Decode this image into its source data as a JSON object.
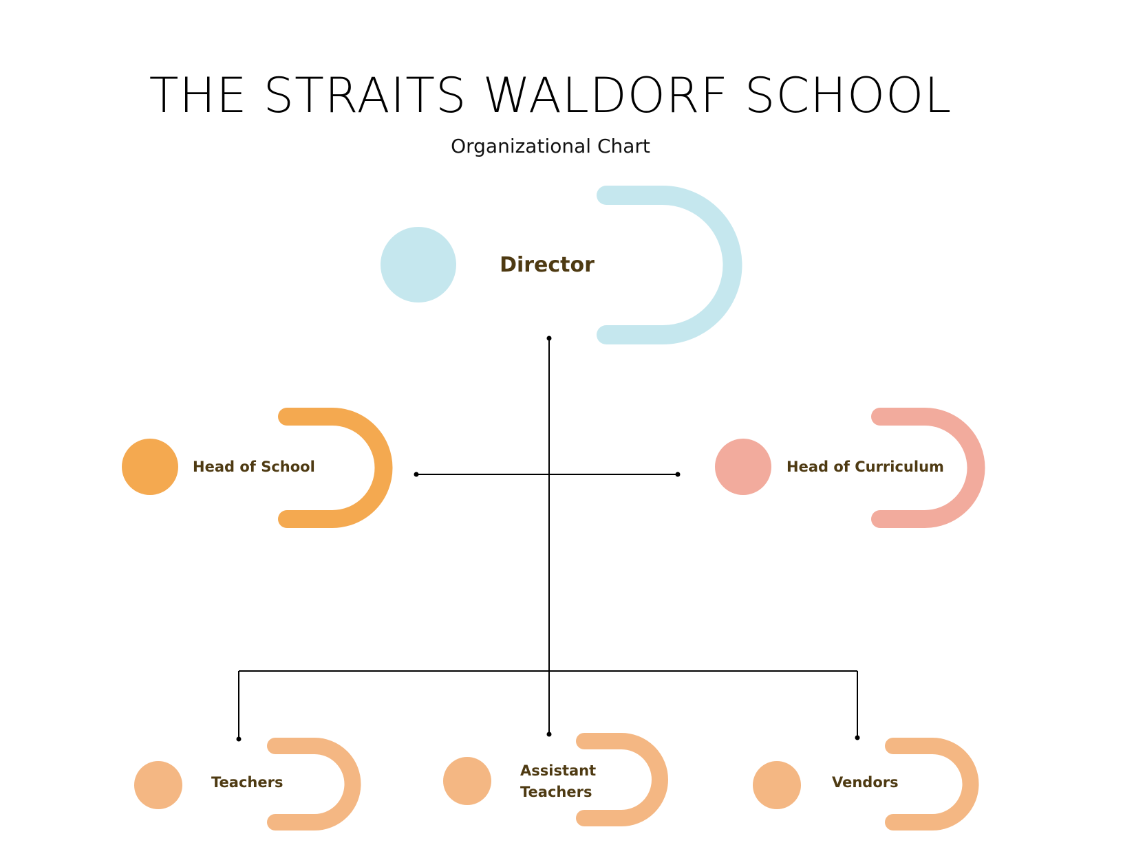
{
  "header": {
    "title": "THE STRAITS WALDORF SCHOOL",
    "subtitle": "Organizational Chart"
  },
  "colors": {
    "director": "#c5e7ee",
    "head_of_school": "#f4a950",
    "head_of_curriculum": "#f2ab9d",
    "staff": "#f4b783",
    "label": "#4e3a12",
    "line": "#000000"
  },
  "nodes": {
    "director": {
      "label_lines": [
        "Director"
      ]
    },
    "head_of_school": {
      "label_lines": [
        "Head of School"
      ]
    },
    "head_of_curriculum": {
      "label_lines": [
        "Head of Curriculum"
      ]
    },
    "teachers": {
      "label_lines": [
        "Teachers"
      ]
    },
    "assistant_teachers": {
      "label_lines": [
        "Assistant",
        "Teachers"
      ]
    },
    "vendors": {
      "label_lines": [
        "Vendors"
      ]
    }
  }
}
